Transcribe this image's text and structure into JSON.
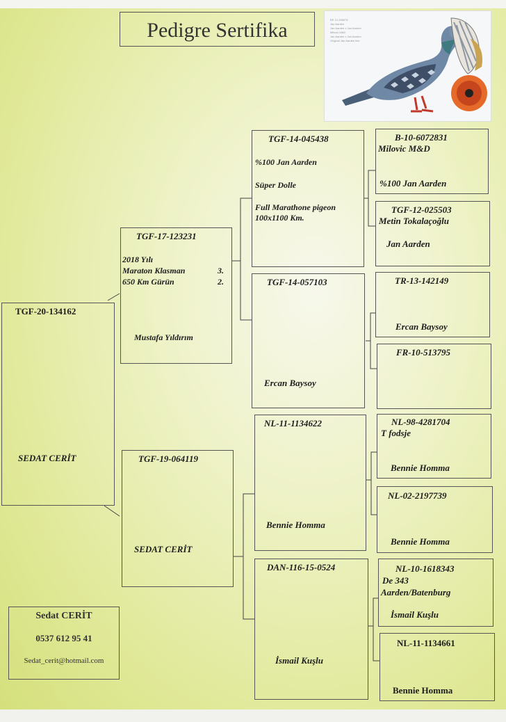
{
  "title": "Pedigre Sertifika",
  "photo": {
    "card_text": [
      "BE 12-345678",
      "Jan Aarden",
      "Jan Aarden x Jan Aarden",
      "Milovic M&D",
      "Jan Aarden x Jan Aarden",
      "Original Jan Aarden line"
    ]
  },
  "subject": {
    "ring": "TGF-20-134162",
    "owner": "SEDAT CERİT"
  },
  "sire": {
    "ring": "TGF-17-123231",
    "l1": "2018 Yılı",
    "l2": "Maraton Klasman",
    "l2v": "3.",
    "l3": "650 Km Gürün",
    "l3v": "2.",
    "owner": "Mustafa Yıldırım"
  },
  "dam": {
    "ring": "TGF-19-064119",
    "owner": "SEDAT CERİT"
  },
  "ss": {
    "ring": "TGF-14-045438",
    "l1": "%100 Jan Aarden",
    "l2": "Süper Dolle",
    "l3": "Full Marathone pigeon",
    "l4": "100x1100 Km."
  },
  "sd": {
    "ring": "TGF-14-057103",
    "owner": "Ercan Baysoy"
  },
  "ds": {
    "ring": "NL-11-1134622",
    "owner": "Bennie  Homma"
  },
  "dd": {
    "ring": "DAN-116-15-0524",
    "owner": "İsmail Kuşlu"
  },
  "sss": {
    "ring": "B-10-6072831",
    "l1": "Milovic M&D",
    "l2": "%100 Jan Aarden"
  },
  "ssd": {
    "ring": "TGF-12-025503",
    "l1": "Metin Tokalaçoğlu",
    "l2": "Jan Aarden"
  },
  "sds": {
    "ring": "TR-13-142149",
    "owner": "Ercan Baysoy"
  },
  "sdd": {
    "ring": "FR-10-513795"
  },
  "dss": {
    "ring": "NL-98-4281704",
    "l1": "T fodsje",
    "l2": "Bennie Homma"
  },
  "dsd": {
    "ring": "NL-02-2197739",
    "owner": "Bennie Homma"
  },
  "dds": {
    "ring": "NL-10-1618343",
    "l1": "De 343",
    "l2": "Aarden/Batenburg",
    "l3": "İsmail Kuşlu"
  },
  "ddd": {
    "ring": "NL-11-1134661",
    "owner": "Bennie Homma"
  },
  "contact": {
    "name": "Sedat CERİT",
    "phone": "0537 612 95 41",
    "email": "Sedat_cerit@hotmail.com"
  }
}
